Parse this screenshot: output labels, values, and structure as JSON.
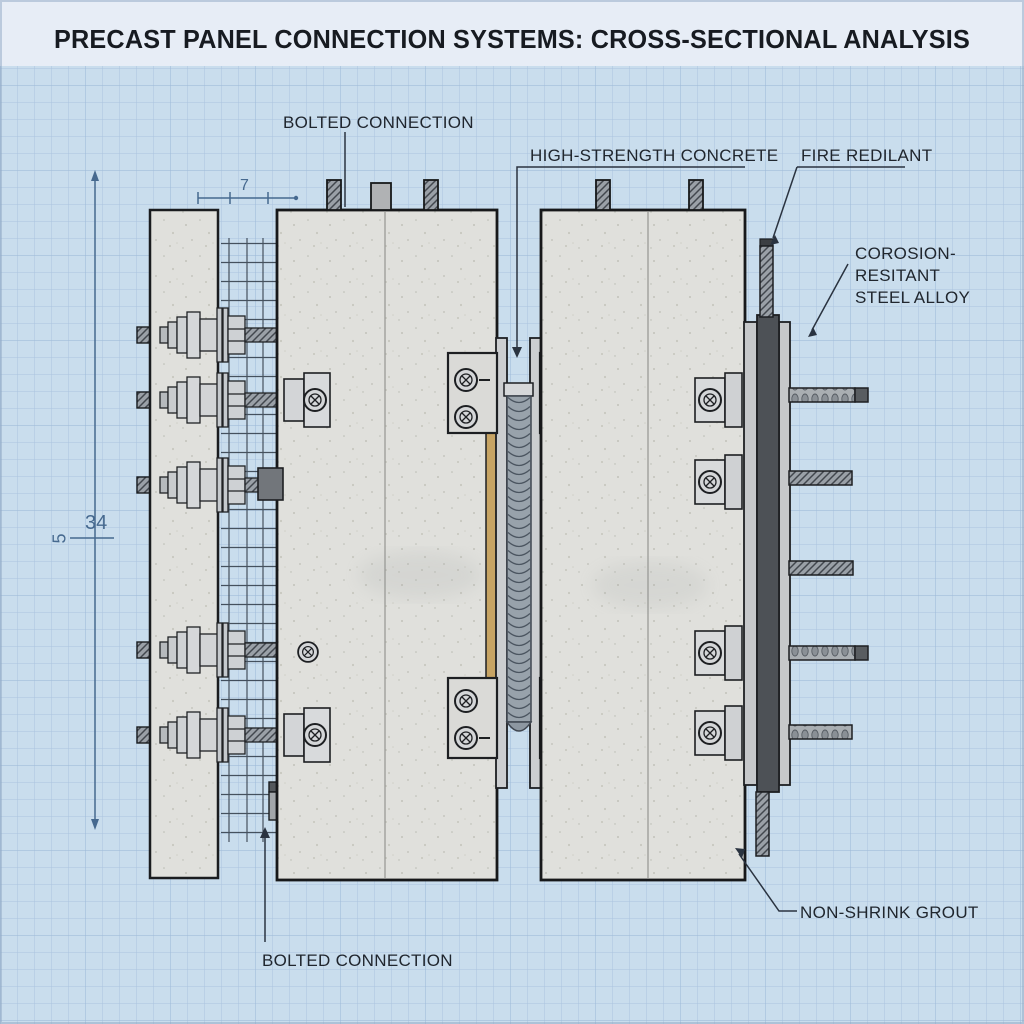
{
  "title": "PRECAST PANEL CONNECTION SYSTEMS: CROSS-SECTIONAL ANALYSIS",
  "annotations": {
    "bolted_top": "BOLTED CONNECTION",
    "high_strength": "HIGH-STRENGTH CONCRETE",
    "fire": "FIRE REDILANT",
    "corrosion": "COROSION-RESITANT\nSTEEL ALLOY",
    "non_shrink": "NON-SHRINK GROUT",
    "bolted_bottom": "BOLTED CONNECTION"
  },
  "dimensions": {
    "vertical_value": "34",
    "vertical_secondary": "5",
    "horizontal_value": "7"
  },
  "colors": {
    "paper_blue": "#c9dded",
    "grid_line": "#aac4df",
    "title_band": "#e7edf6",
    "concrete": "#e0e0dc",
    "steel_light": "#d4d6d8",
    "steel_dark": "#4d5156",
    "grout_tan": "#c7a464",
    "ink": "#1d242e",
    "dim_blue": "#46698f"
  }
}
